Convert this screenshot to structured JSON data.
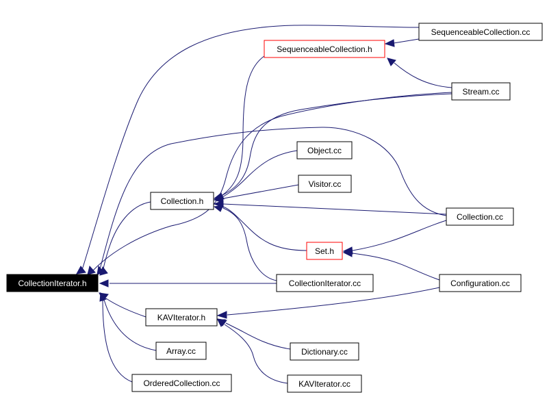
{
  "graph": {
    "colors": {
      "edge": "#191970",
      "root_fill": "#000000",
      "root_text": "#ffffff",
      "node_border": "#000000",
      "highlight_border": "#ff0000"
    },
    "nodes": {
      "collectioniterator_h": "CollectionIterator.h",
      "sequenceablecollection_cc": "SequenceableCollection.cc",
      "sequenceablecollection_h": "SequenceableCollection.h",
      "stream_cc": "Stream.cc",
      "object_cc": "Object.cc",
      "visitor_cc": "Visitor.cc",
      "collection_h": "Collection.h",
      "collection_cc": "Collection.cc",
      "set_h": "Set.h",
      "collectioniterator_cc": "CollectionIterator.cc",
      "configuration_cc": "Configuration.cc",
      "kaviterator_h": "KAVIterator.h",
      "array_cc": "Array.cc",
      "dictionary_cc": "Dictionary.cc",
      "orderedcollection_cc": "OrderedCollection.cc",
      "kaviterator_cc": "KAVIterator.cc"
    }
  }
}
